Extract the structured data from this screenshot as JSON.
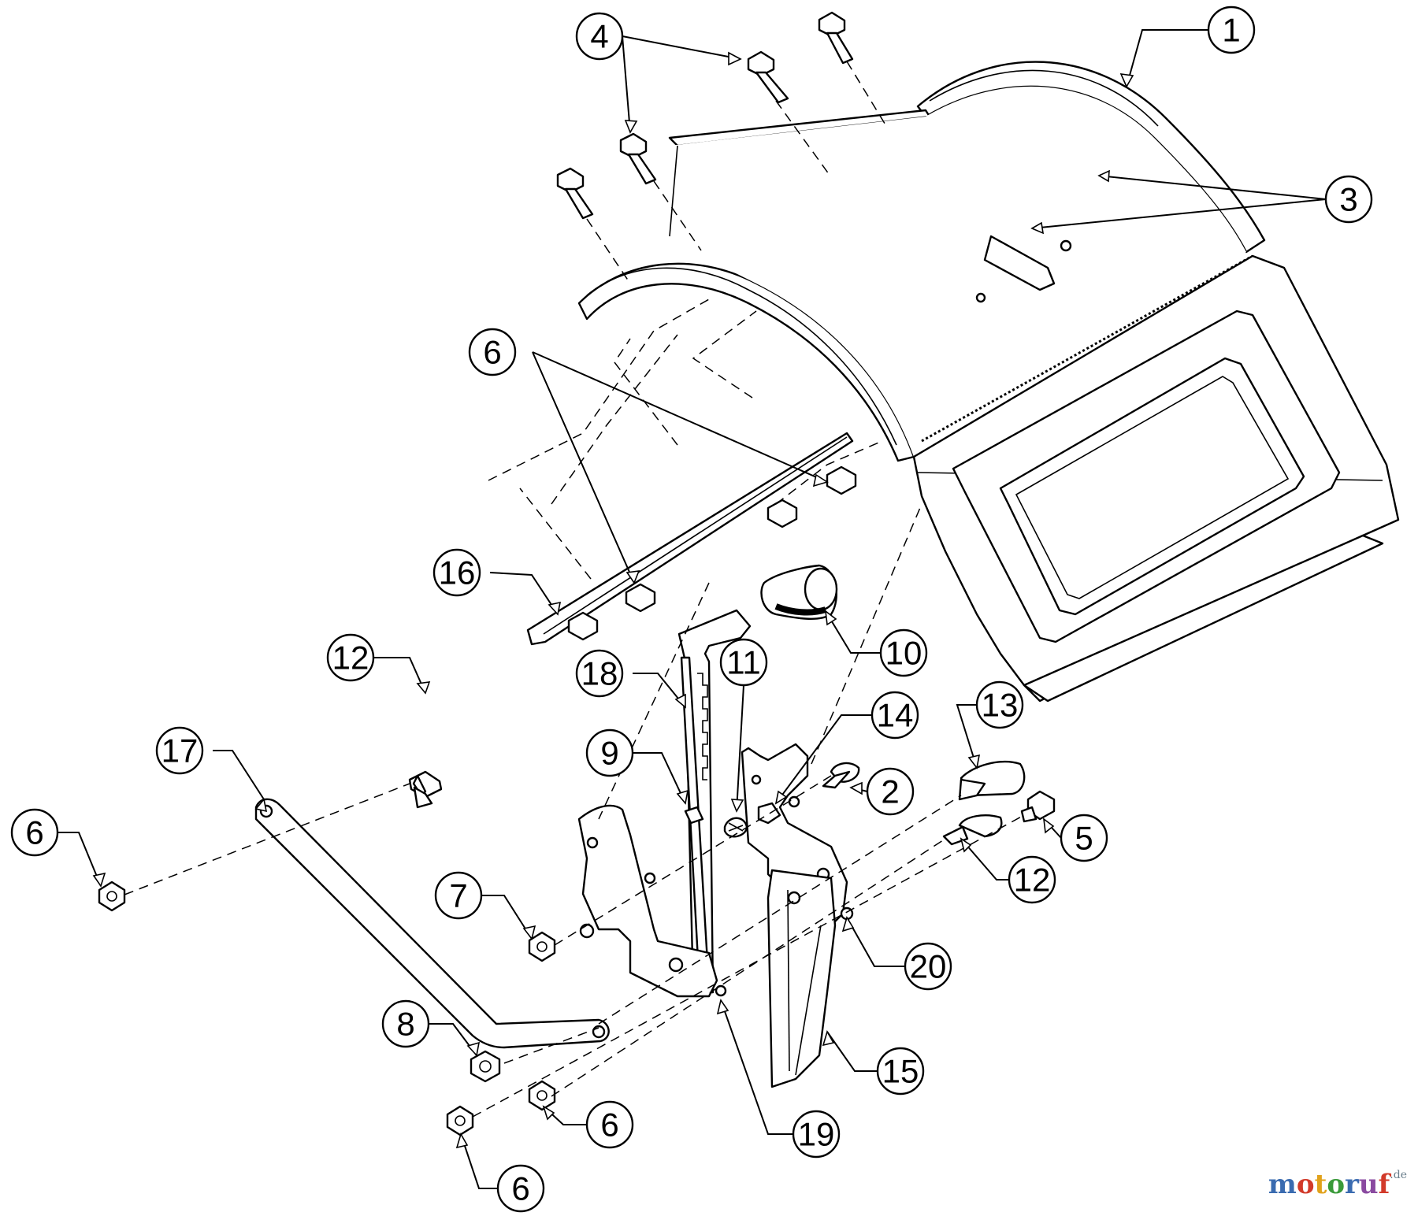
{
  "diagram": {
    "callouts": [
      {
        "id": "c1",
        "label": "1"
      },
      {
        "id": "c2",
        "label": "2"
      },
      {
        "id": "c3",
        "label": "3"
      },
      {
        "id": "c4",
        "label": "4"
      },
      {
        "id": "c5",
        "label": "5"
      },
      {
        "id": "c6a",
        "label": "6"
      },
      {
        "id": "c6b",
        "label": "6"
      },
      {
        "id": "c6c",
        "label": "6"
      },
      {
        "id": "c6d",
        "label": "6"
      },
      {
        "id": "c7",
        "label": "7"
      },
      {
        "id": "c8",
        "label": "8"
      },
      {
        "id": "c9",
        "label": "9"
      },
      {
        "id": "c10",
        "label": "10"
      },
      {
        "id": "c11",
        "label": "11"
      },
      {
        "id": "c12a",
        "label": "12"
      },
      {
        "id": "c12b",
        "label": "12"
      },
      {
        "id": "c13",
        "label": "13"
      },
      {
        "id": "c14",
        "label": "14"
      },
      {
        "id": "c15",
        "label": "15"
      },
      {
        "id": "c16",
        "label": "16"
      },
      {
        "id": "c17",
        "label": "17"
      },
      {
        "id": "c18",
        "label": "18"
      },
      {
        "id": "c19",
        "label": "19"
      },
      {
        "id": "c20",
        "label": "20"
      }
    ]
  },
  "watermark": {
    "letters": [
      {
        "ch": "m",
        "color": "#3a6bb0"
      },
      {
        "ch": "o",
        "color": "#d23a2a"
      },
      {
        "ch": "t",
        "color": "#e1a21b"
      },
      {
        "ch": "o",
        "color": "#3a9a3a"
      },
      {
        "ch": "r",
        "color": "#3a6bb0"
      },
      {
        "ch": "u",
        "color": "#8a4aa0"
      },
      {
        "ch": "f",
        "color": "#d23a2a"
      }
    ],
    "suffix": ".de"
  }
}
